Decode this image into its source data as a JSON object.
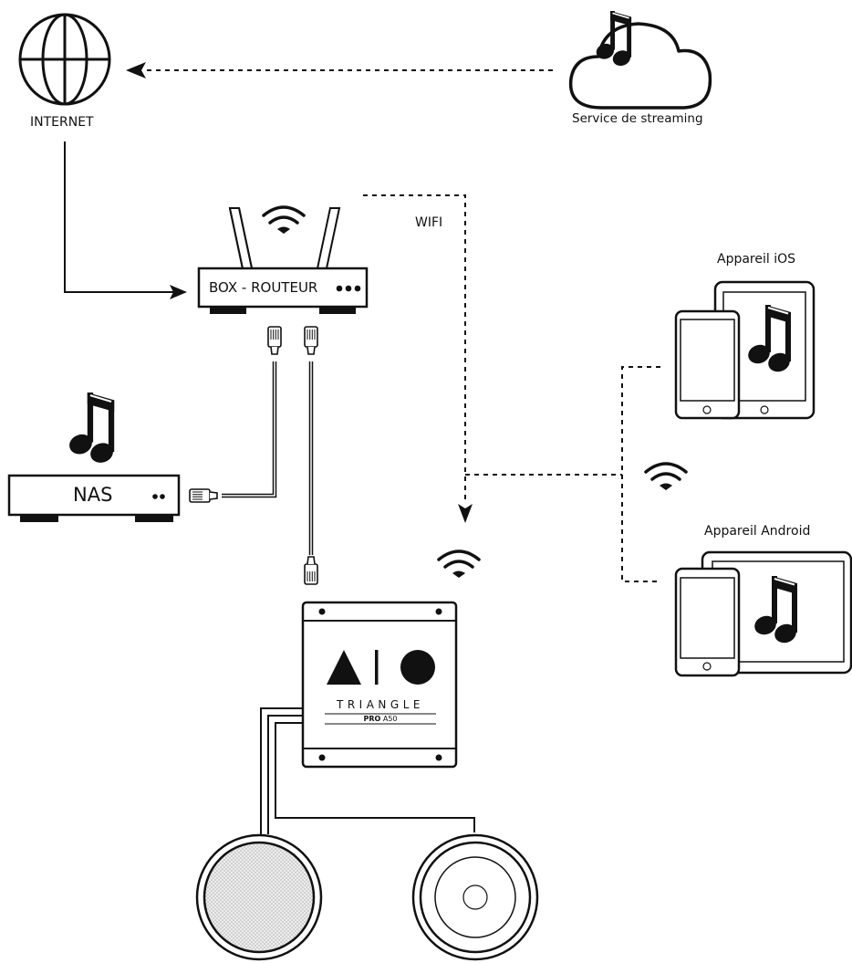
{
  "labels": {
    "internet": "INTERNET",
    "streaming": "Service de streaming",
    "router": "BOX - ROUTEUR",
    "wifi": "WIFI",
    "ios": "Appareil iOS",
    "android": "Appareil Android",
    "nas": "NAS"
  },
  "amp": {
    "brand": "TRIANGLE",
    "model_pro": "PRO",
    "model_num": "A50"
  },
  "colors": {
    "stroke": "#111111",
    "background": "#ffffff",
    "grille": "#cfcfcf"
  },
  "icons": [
    "globe-icon",
    "cloud-music-icon",
    "wifi-icon",
    "router-icon",
    "ethernet-plug-icon",
    "nas-icon",
    "music-note-icon",
    "phone-icon",
    "tablet-icon",
    "amplifier-icon",
    "speaker-icon"
  ]
}
